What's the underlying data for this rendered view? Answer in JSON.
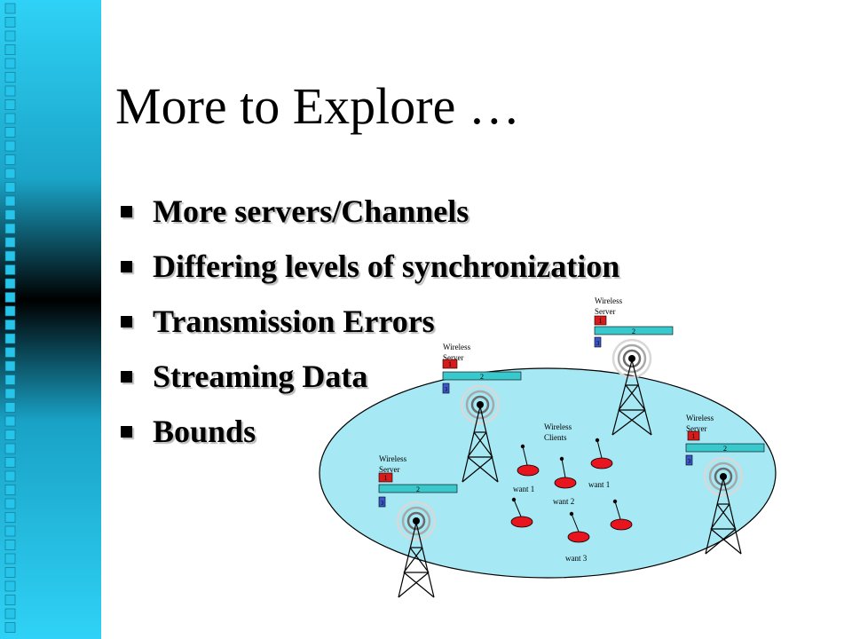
{
  "slide": {
    "title": "More to Explore …",
    "bullets": [
      "More servers/Channels",
      "Differing levels of synchronization",
      "Transmission Errors",
      "Streaming Data",
      "Bounds"
    ]
  },
  "diagram": {
    "servers": [
      {
        "label_line1": "Wireless",
        "label_line2": "Server",
        "channel1": "1",
        "channel2": "2",
        "channel3": "3"
      },
      {
        "label_line1": "Wireless",
        "label_line2": "Server",
        "channel1": "1",
        "channel2": "2",
        "channel3": "3"
      },
      {
        "label_line1": "Wireless",
        "label_line2": "Server",
        "channel1": "1",
        "channel2": "2",
        "channel3": "3"
      },
      {
        "label_line1": "Wireless",
        "label_line2": "Server",
        "channel1": "1",
        "channel2": "2",
        "channel3": "3"
      }
    ],
    "clients_label_line1": "Wireless",
    "clients_label_line2": "Clients",
    "client_labels": [
      "want 1",
      "want 1",
      "want 2",
      "want 3"
    ]
  },
  "colors": {
    "sidebar_gradient": [
      "#2fd2f6",
      "#000000",
      "#2fd2f6"
    ],
    "sidebar_squares": "#27c4ea",
    "coverage_area": "#a6e8f3",
    "channel_1": "#d91a1a",
    "channel_2": "#39c9cc",
    "channel_3": "#3b57c9",
    "client": "#e8141e"
  }
}
